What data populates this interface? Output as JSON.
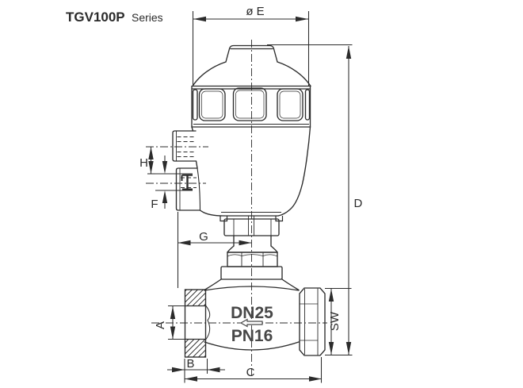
{
  "title": {
    "code": "TGV100P",
    "suffix": "Series"
  },
  "dim_labels": {
    "e": "ø E",
    "d": "D",
    "h": "H",
    "f": "F",
    "g": "G",
    "a": "A",
    "b": "B",
    "c": "C",
    "sw": "SW"
  },
  "markings": {
    "dn": "DN25",
    "pn": "PN16"
  },
  "colors": {
    "line": "#2b2b2b",
    "marking": "#474747",
    "background": "#ffffff"
  }
}
